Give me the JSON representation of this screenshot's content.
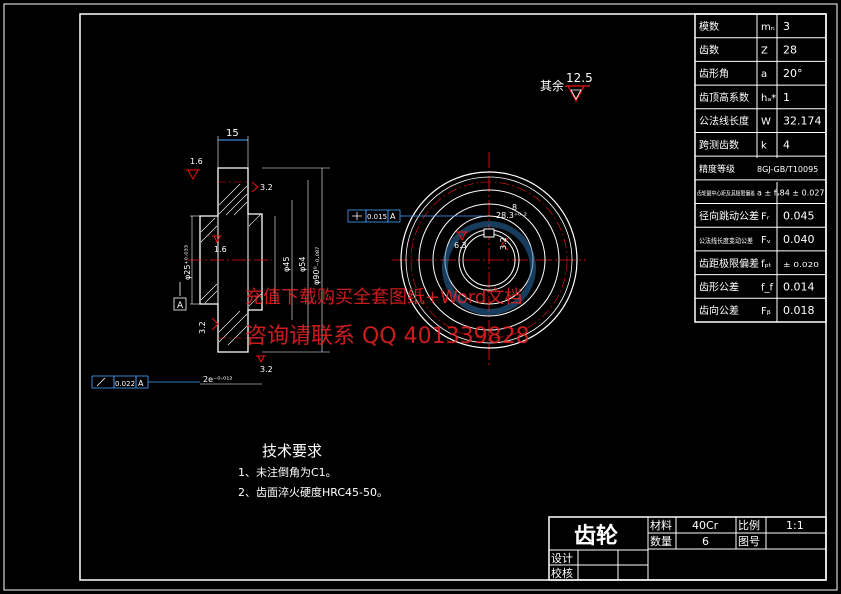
{
  "params": [
    {
      "name": "模数",
      "symbol": "mₙ",
      "value": "3"
    },
    {
      "name": "齿数",
      "symbol": "Z",
      "value": "28"
    },
    {
      "name": "齿形角",
      "symbol": "a",
      "value": "20°"
    },
    {
      "name": "齿顶高系数",
      "symbol": "hₐ*",
      "value": "1"
    },
    {
      "name": "公法线长度",
      "symbol": "W",
      "value": "32.174"
    },
    {
      "name": "跨测齿数",
      "symbol": "k",
      "value": "4"
    },
    {
      "name": "精度等级",
      "symbol": "",
      "value": "8GJ-GB/T10095"
    },
    {
      "name": "齿轮副中心距及其极限偏差",
      "symbol": "",
      "value": "a ± fₐ84 ± 0.027"
    },
    {
      "name": "径向跳动公差",
      "symbol": "Fᵣ",
      "value": "0.045"
    },
    {
      "name": "公法线长度变动公差",
      "symbol": "Fᵥ",
      "value": "0.040"
    },
    {
      "name": "齿距极限偏差",
      "symbol": "fₚₜ",
      "value": "± 0.020"
    },
    {
      "name": "齿形公差",
      "symbol": "f_f",
      "value": "0.014"
    },
    {
      "name": "齿向公差",
      "symbol": "Fᵦ",
      "value": "0.018"
    }
  ],
  "roughness_general": {
    "label": "其余",
    "value": "12.5"
  },
  "front_view": {
    "width_dim": "15",
    "roughness_marks": [
      "1.6",
      "3.2",
      "1.6",
      "3.2",
      "3.2"
    ],
    "datum": "A",
    "diameters": [
      "φ25⁺⁰·⁰³³",
      "φ45",
      "φ54",
      "φ90⁰₋₀.₀₈₇"
    ],
    "runout_tol": "0.022",
    "bottom_dim": "2e⁻⁰·⁰¹²"
  },
  "side_view": {
    "keyway_dim": "28.3⁺⁰·²",
    "keyway_width": "8",
    "position_tol": "0.015",
    "roughness_marks": [
      "6.3",
      "3.2"
    ]
  },
  "requirements": {
    "title": "技术要求",
    "items": [
      "1、未注倒角为C1。",
      "2、齿面淬火硬度HRC45-50。"
    ]
  },
  "title_block": {
    "part_name": "齿轮",
    "material_label": "材料",
    "material": "40Cr",
    "scale_label": "比例",
    "scale": "1:1",
    "qty_label": "数量",
    "qty": "6",
    "drawing_no_label": "图号",
    "designer_label": "设计",
    "checker_label": "校核"
  },
  "watermark": {
    "line1": "充值下载购买全套图纸+Word文档",
    "line2": "咨询请联系 QQ 401339828"
  }
}
